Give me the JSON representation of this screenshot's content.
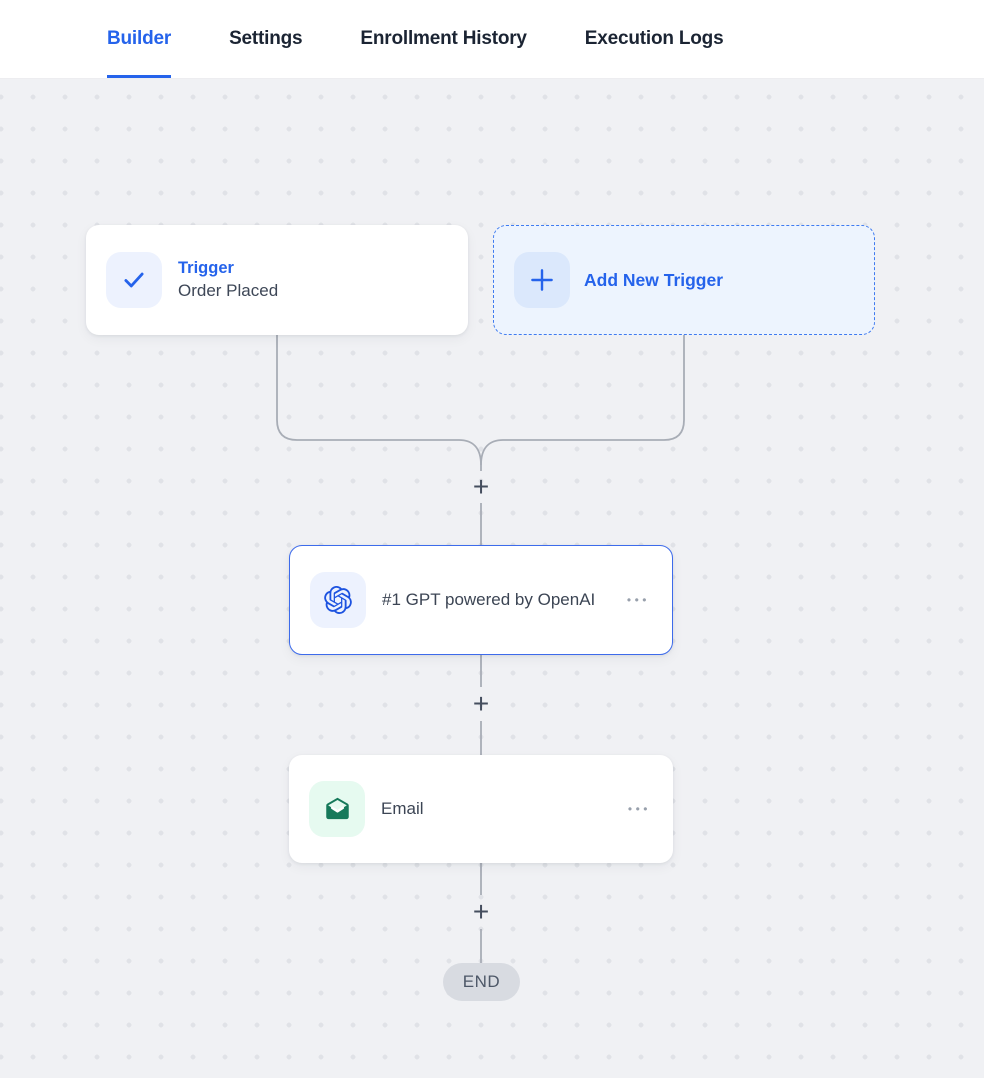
{
  "header": {
    "tabs": [
      {
        "label": "Builder",
        "active": true
      },
      {
        "label": "Settings",
        "active": false
      },
      {
        "label": "Enrollment History",
        "active": false
      },
      {
        "label": "Execution Logs",
        "active": false
      }
    ]
  },
  "canvas": {
    "trigger_card": {
      "title": "Trigger",
      "subtitle": "Order Placed"
    },
    "add_trigger_card": {
      "label": "Add New Trigger"
    },
    "nodes": [
      {
        "label": "#1 GPT powered by OpenAI",
        "icon": "openai-logo",
        "selected": true
      },
      {
        "label": "Email",
        "icon": "open-envelope",
        "selected": false
      }
    ],
    "end_label": "END"
  },
  "icons": {
    "plus": "+",
    "more": "•••"
  },
  "colors": {
    "accent_blue": "#2563eb",
    "selected_node_border": "#3d6beb",
    "add_card_bg": "#edf4fe",
    "icon_lavender_bg": "#edf2fe",
    "icon_mint_bg": "#e6faf0",
    "email_green": "#16795a",
    "canvas_bg": "#f0f1f4",
    "connector_gray": "#a8adb6",
    "end_pill_bg": "#d8dbe1"
  }
}
